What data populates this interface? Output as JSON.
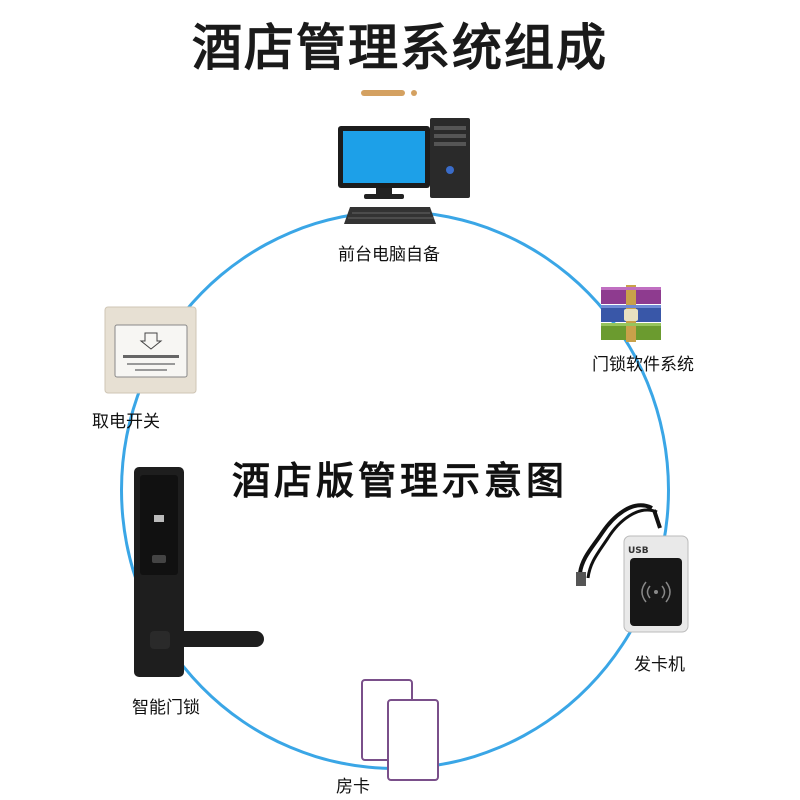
{
  "title": "酒店管理系统组成",
  "center_title": "酒店版管理示意图",
  "accent_color": "#d4a161",
  "ring_color": "#3aa6e6",
  "nodes": {
    "front_desk": {
      "label": "前台电脑自备",
      "icon": "desktop-computer-icon"
    },
    "software": {
      "label": "门锁软件系统",
      "icon": "software-box-icon"
    },
    "card_issuer": {
      "label": "发卡机",
      "icon": "card-reader-icon"
    },
    "room_card": {
      "label": "房卡",
      "icon": "card-icon"
    },
    "smart_lock": {
      "label": "智能门锁",
      "icon": "door-lock-icon"
    },
    "power_switch": {
      "label": "取电开关",
      "icon": "power-switch-icon"
    }
  }
}
